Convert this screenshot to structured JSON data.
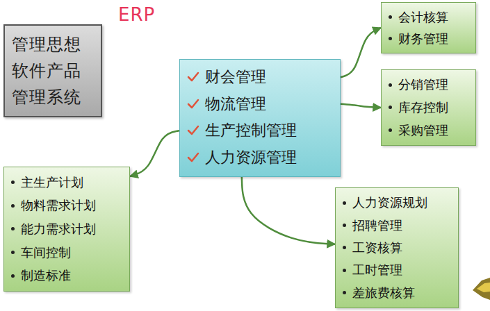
{
  "diagram": {
    "nodes": [
      {
        "text": [
          "管理思想",
          "软件产品",
          "管理系统"
        ]
      },
      {
        "text": [
          "财会管理",
          "物流管理",
          "生产控制管理",
          "人力资源管理"
        ]
      },
      {
        "text": [
          "会计核算",
          "财务管理"
        ]
      },
      {
        "text": [
          "分销管理",
          "库存控制",
          "采购管理"
        ]
      },
      {
        "text": [
          "主生产计划",
          "物料需求计划",
          "能力需求计划",
          "车间控制",
          "制造标准"
        ]
      },
      {
        "text": [
          "人力资源规划",
          "招聘管理",
          "工资核算",
          "工时管理",
          "差旅费核算"
        ]
      }
    ],
    "edges": [
      {
        "from": 1,
        "to": 2,
        "arrow": "to"
      },
      {
        "from": 1,
        "to": 3,
        "arrow": "to"
      },
      {
        "from": 1,
        "to": 4,
        "arrow": "to"
      },
      {
        "from": 1,
        "to": 5,
        "arrow": "to"
      }
    ],
    "labels": [
      "ERP"
    ]
  }
}
